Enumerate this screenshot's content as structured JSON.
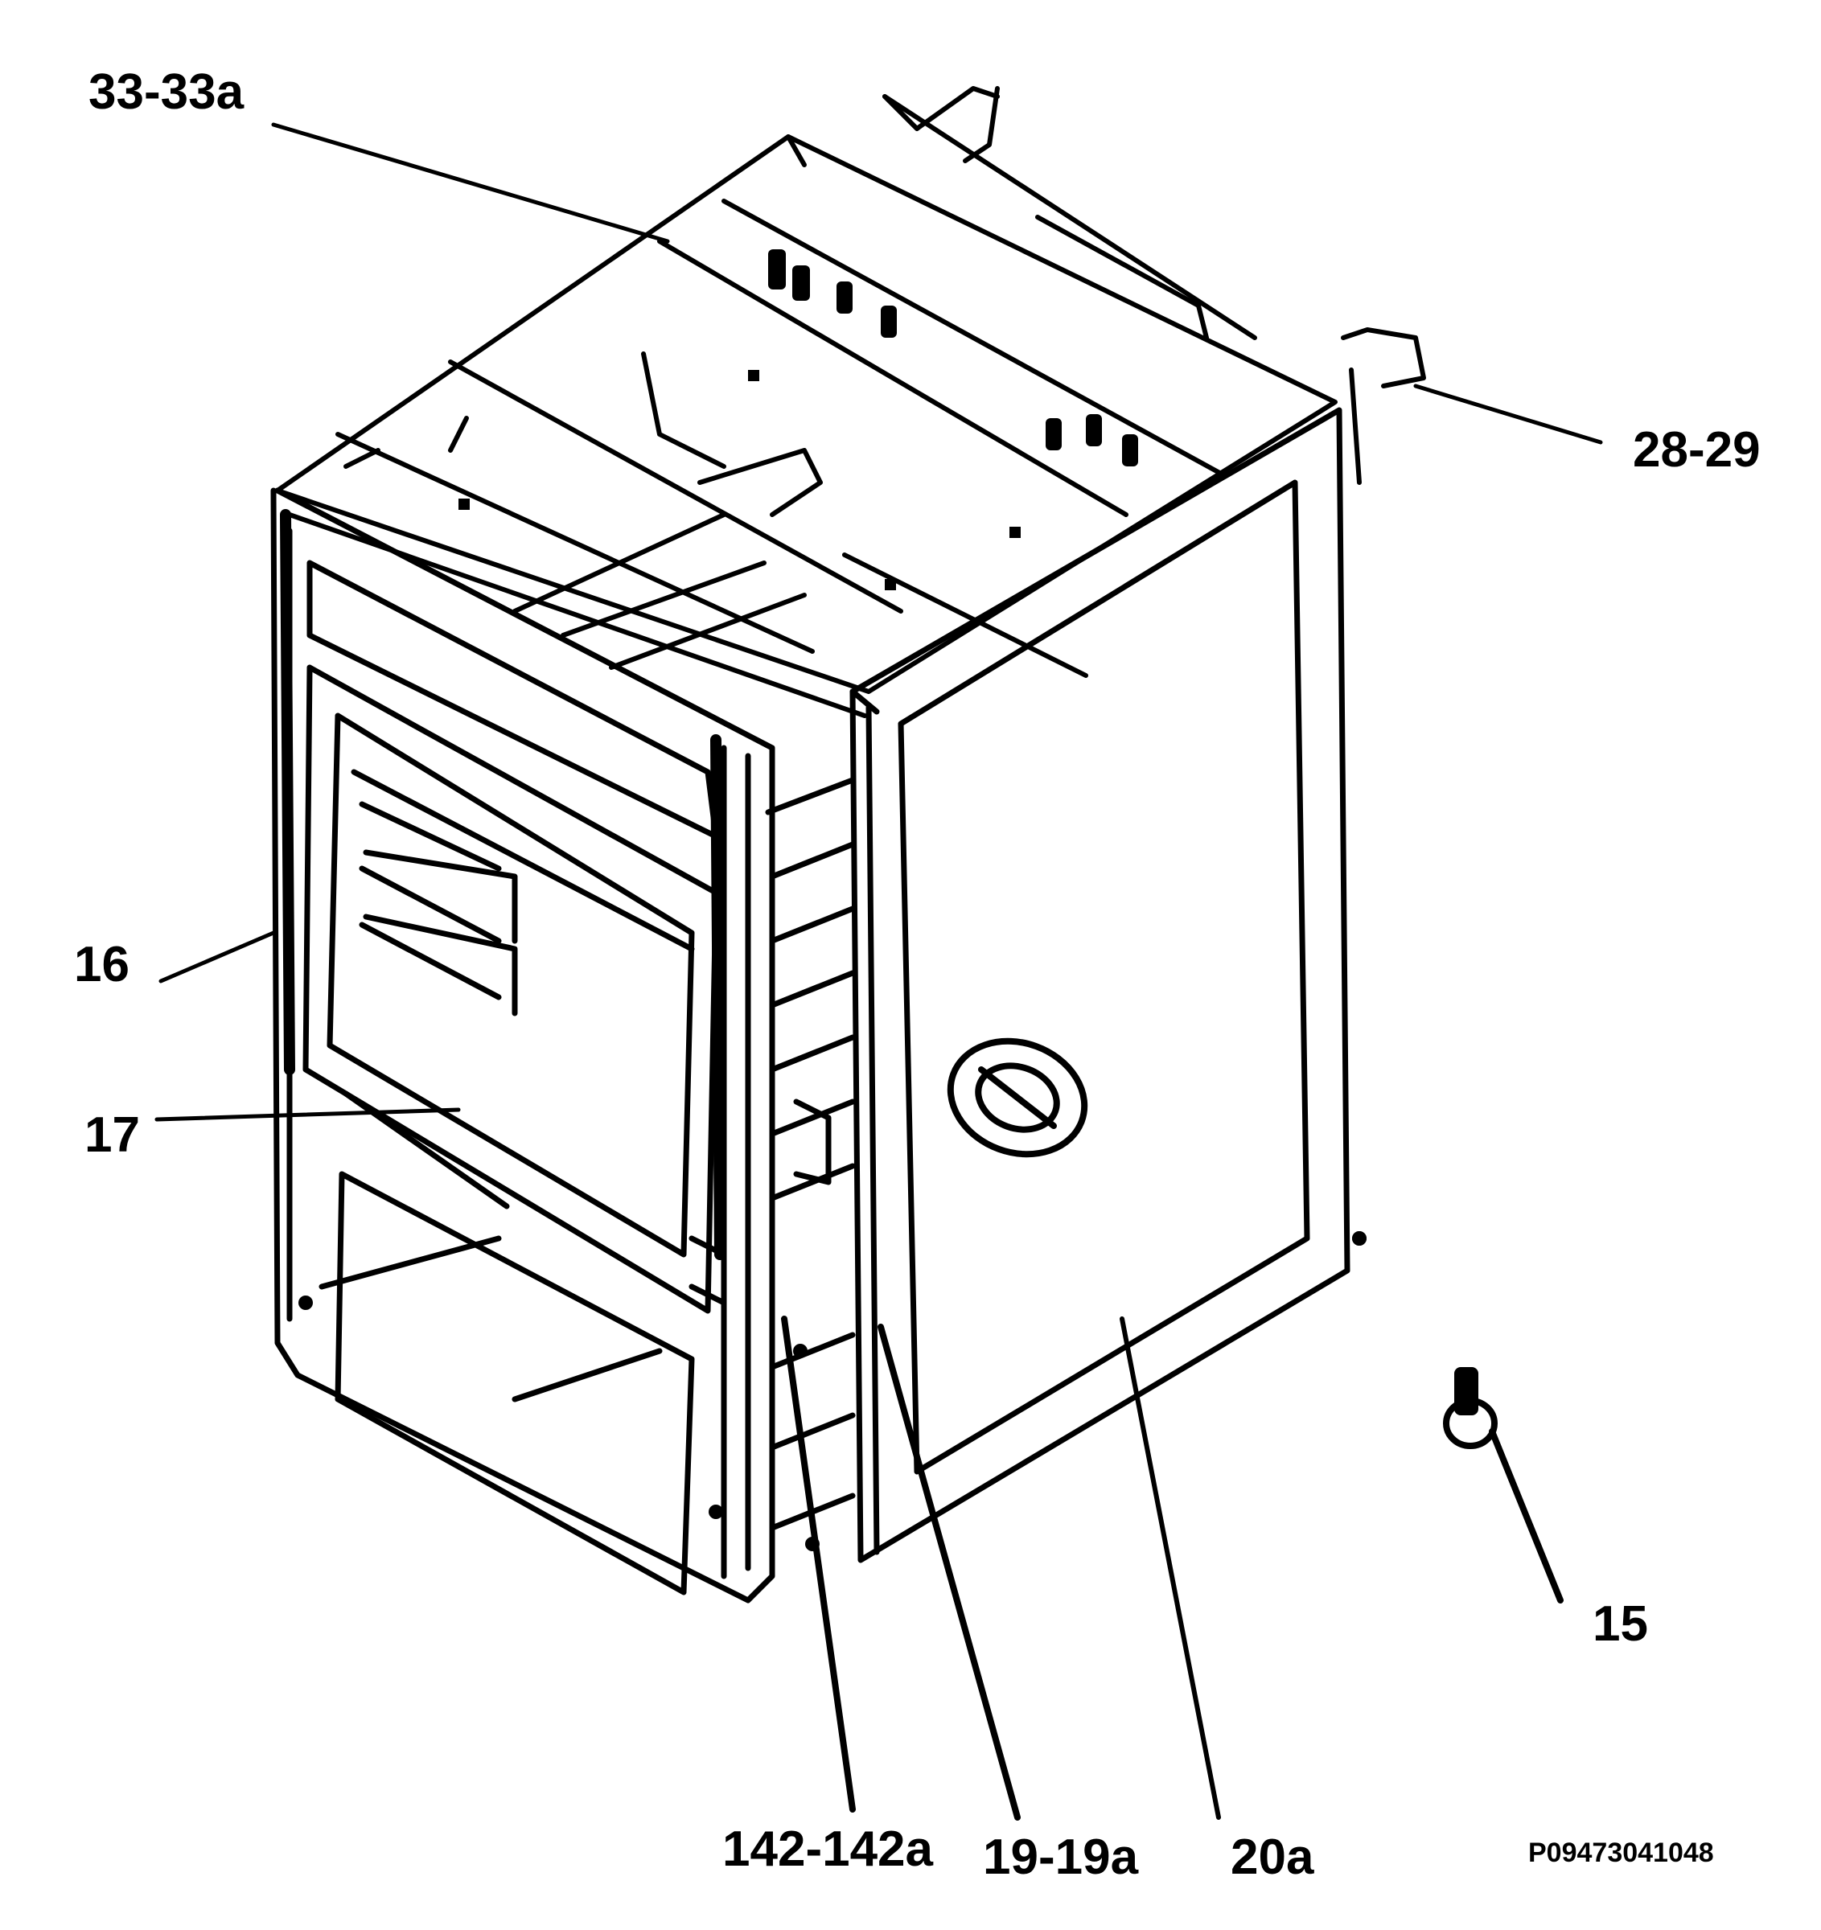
{
  "labels": {
    "l_33_33a": "33-33a",
    "l_28_29": "28-29",
    "l_16": "16",
    "l_17": "17",
    "l_15": "15",
    "l_142_142a": "142-142a",
    "l_19_19a": "19-19a",
    "l_20a": "20a"
  },
  "reference_code": "P09473041048"
}
